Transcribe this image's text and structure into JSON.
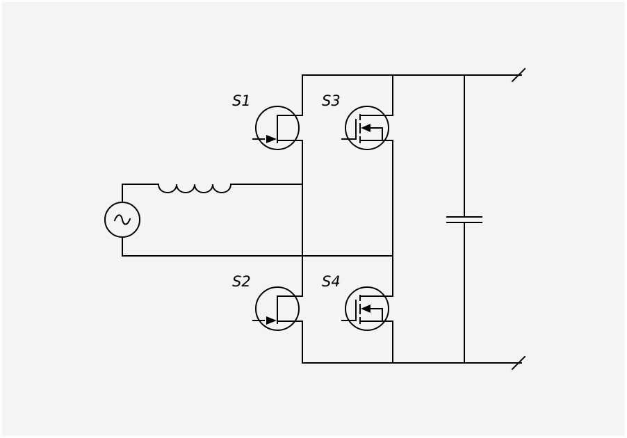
{
  "diagram": {
    "colors": {
      "background": "#f4f4f4",
      "line": "#000000"
    },
    "labels": {
      "s1": "S1",
      "s2": "S2",
      "s3": "S3",
      "s4": "S4"
    },
    "components": {
      "source": "ac-voltage-source",
      "inductor": "inductor",
      "capacitor": "dc-link-capacitor",
      "s1": "igbt-switch",
      "s2": "igbt-switch",
      "s3": "mosfet-switch",
      "s4": "mosfet-switch"
    }
  }
}
